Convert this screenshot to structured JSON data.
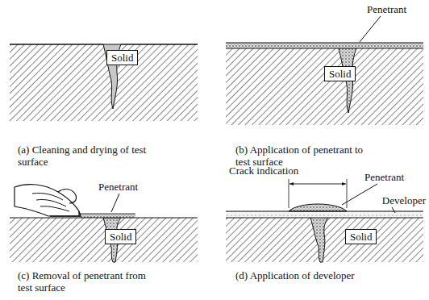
{
  "diagram": {
    "nodes": [
      {
        "text": [
          "Solid"
        ]
      },
      {
        "text": [
          "Solid"
        ]
      },
      {
        "text": [
          "Solid"
        ]
      },
      {
        "text": [
          "Solid"
        ]
      }
    ],
    "labels": [
      "Penetrant",
      "(a) Cleaning and drying of test surface",
      "(b) Application of penetrant to test surface",
      "Penetrant",
      "Crack indication",
      "Penetrant",
      "Developer",
      "(c) Removal of penetrant from test surface",
      "(d) Application of developer"
    ]
  }
}
